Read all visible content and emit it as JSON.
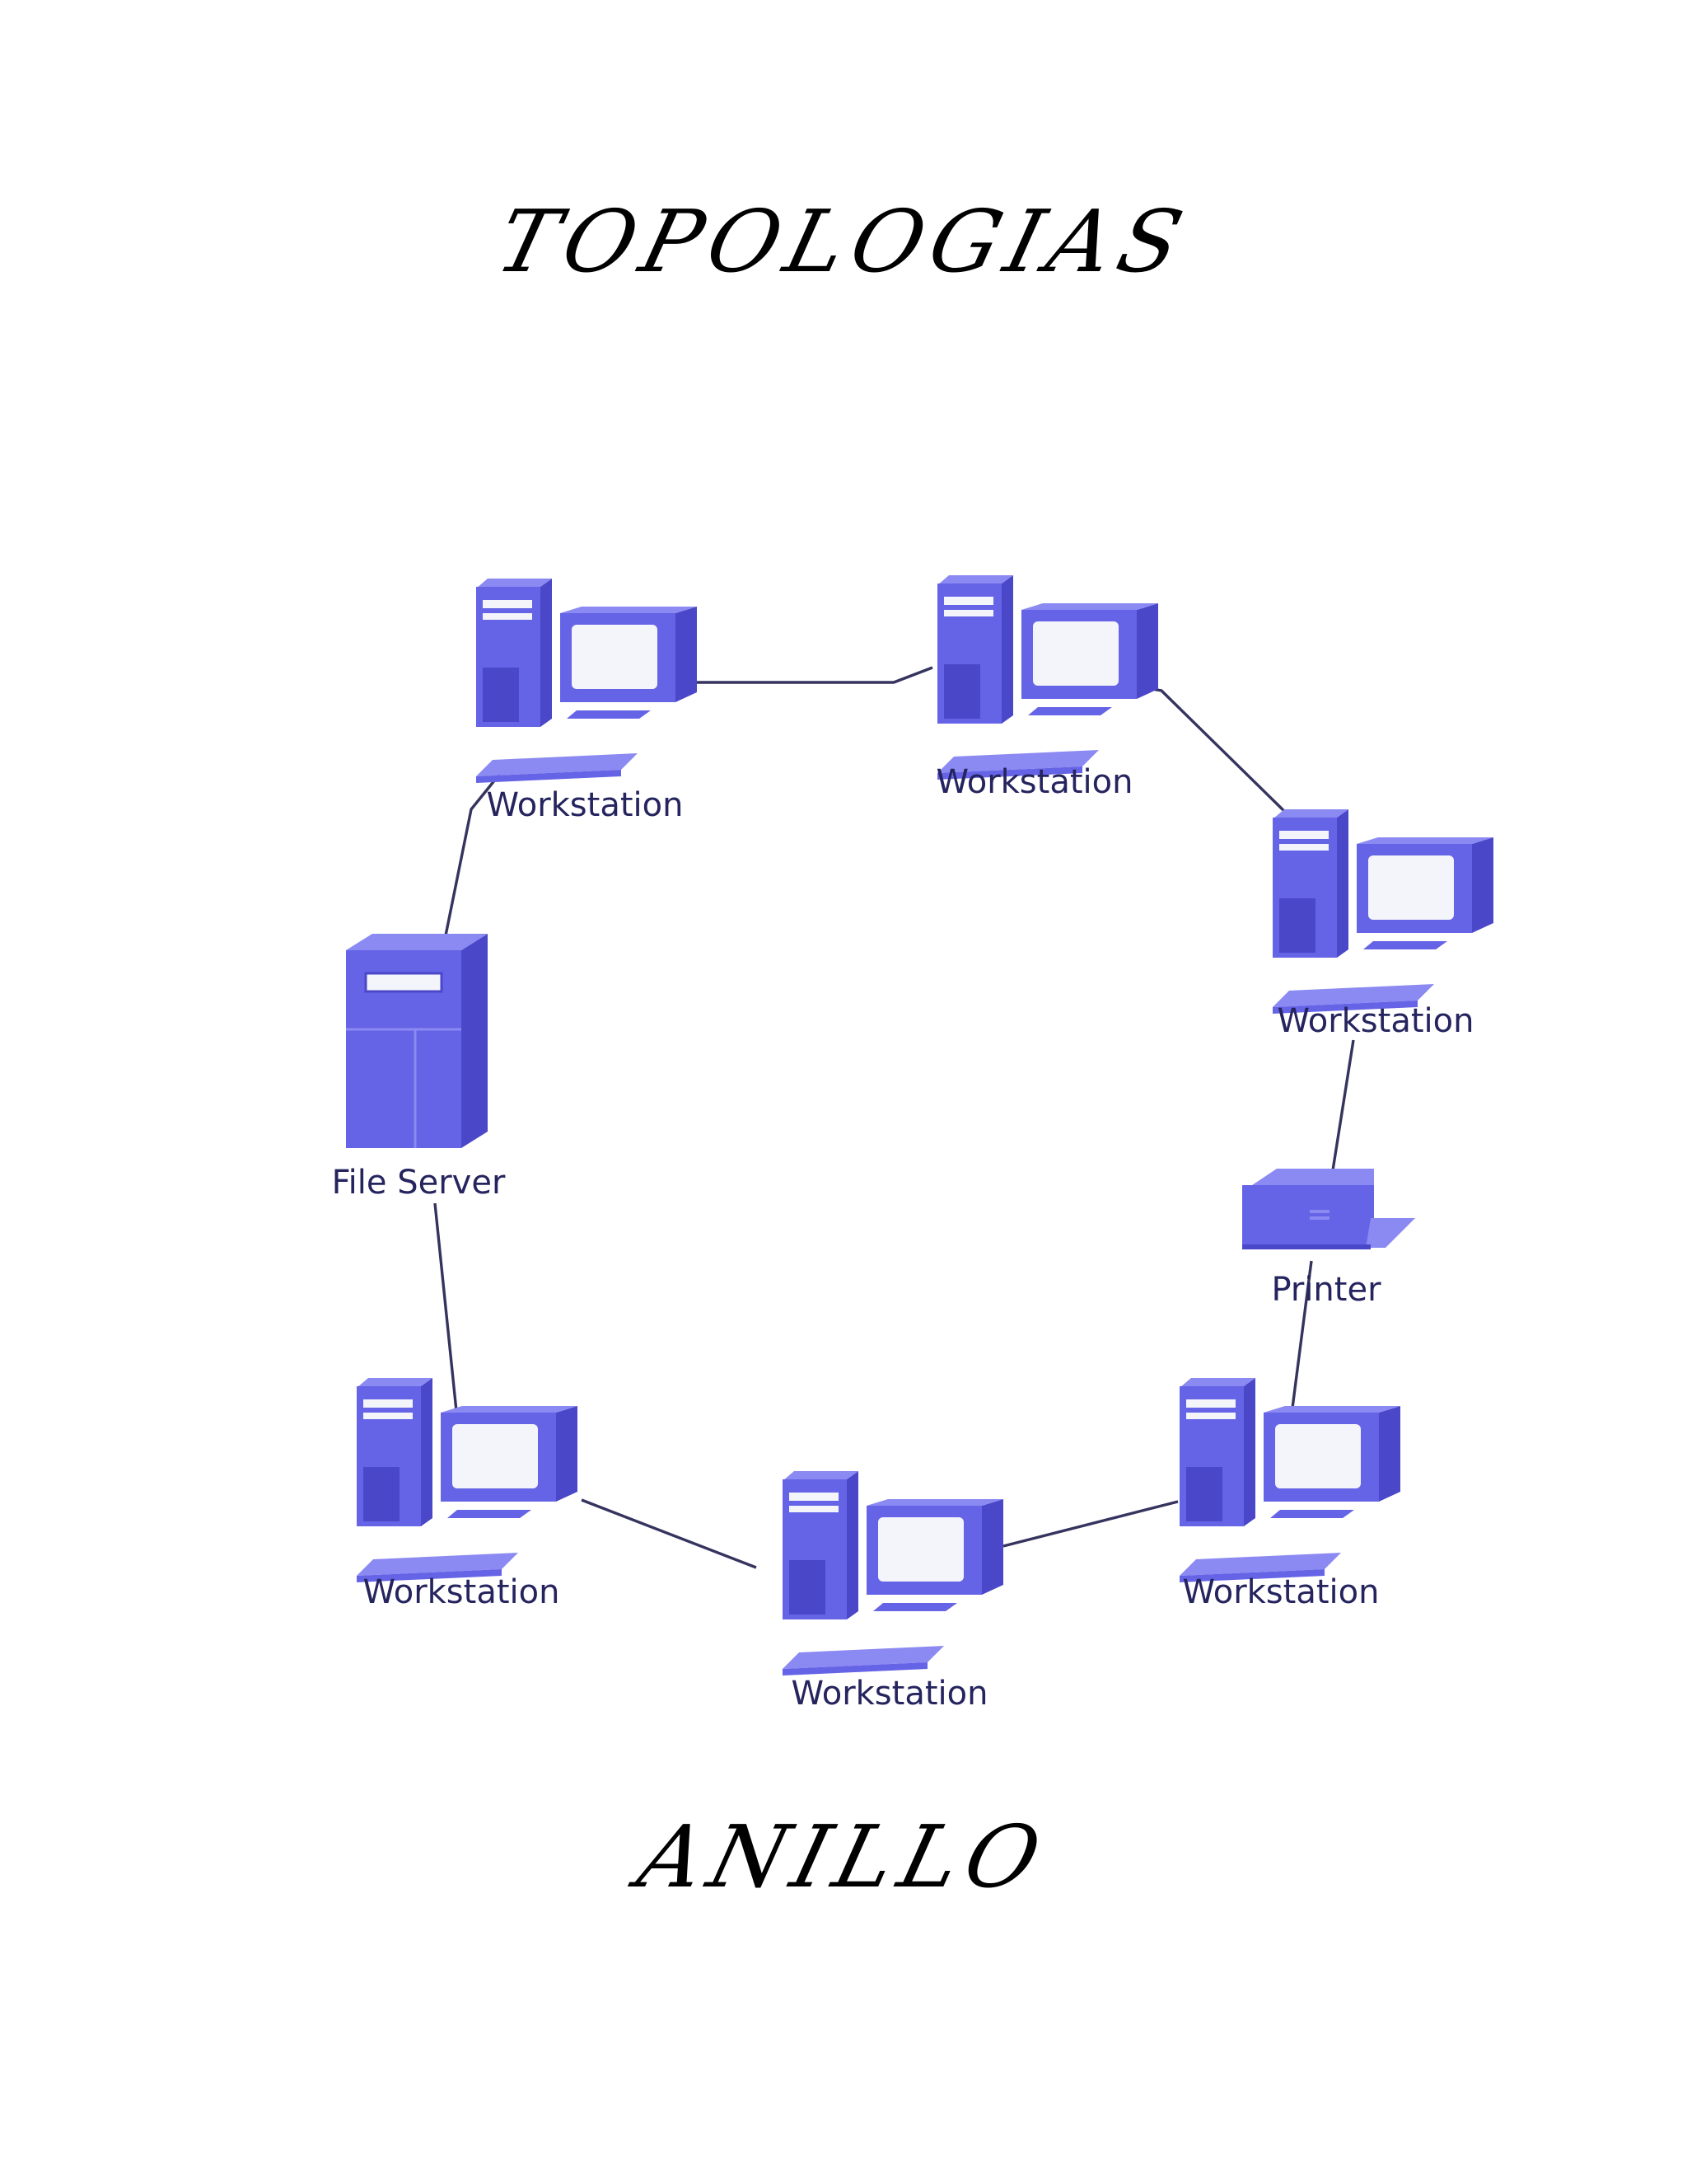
{
  "title": "TOPOLOGIAS",
  "subtitle": "ANILLO",
  "colors": {
    "device_dark": "#4a47c9",
    "device_mid": "#6563e6",
    "device_light": "#8b89f2",
    "screen": "#f4f4fb",
    "link": "#35345e",
    "label": "#25245e"
  },
  "nodes": [
    {
      "id": "ws-top-left",
      "type": "workstation",
      "label": "Workstation",
      "icon": "workstation-icon"
    },
    {
      "id": "ws-top-right",
      "type": "workstation",
      "label": "Workstation",
      "icon": "workstation-icon"
    },
    {
      "id": "ws-right",
      "type": "workstation",
      "label": "Workstation",
      "icon": "workstation-icon"
    },
    {
      "id": "printer",
      "type": "printer",
      "label": "Printer",
      "icon": "printer-icon"
    },
    {
      "id": "ws-bottom-right",
      "type": "workstation",
      "label": "Workstation",
      "icon": "workstation-icon"
    },
    {
      "id": "ws-bottom",
      "type": "workstation",
      "label": "Workstation",
      "icon": "workstation-icon"
    },
    {
      "id": "ws-bottom-left",
      "type": "workstation",
      "label": "Workstation",
      "icon": "workstation-icon"
    },
    {
      "id": "file-server",
      "type": "server",
      "label": "File Server",
      "icon": "server-icon"
    }
  ],
  "links": [
    [
      "ws-top-left",
      "ws-top-right"
    ],
    [
      "ws-top-right",
      "ws-right"
    ],
    [
      "ws-right",
      "printer"
    ],
    [
      "printer",
      "ws-bottom-right"
    ],
    [
      "ws-bottom-right",
      "ws-bottom"
    ],
    [
      "ws-bottom",
      "ws-bottom-left"
    ],
    [
      "ws-bottom-left",
      "file-server"
    ],
    [
      "file-server",
      "ws-top-left"
    ]
  ]
}
